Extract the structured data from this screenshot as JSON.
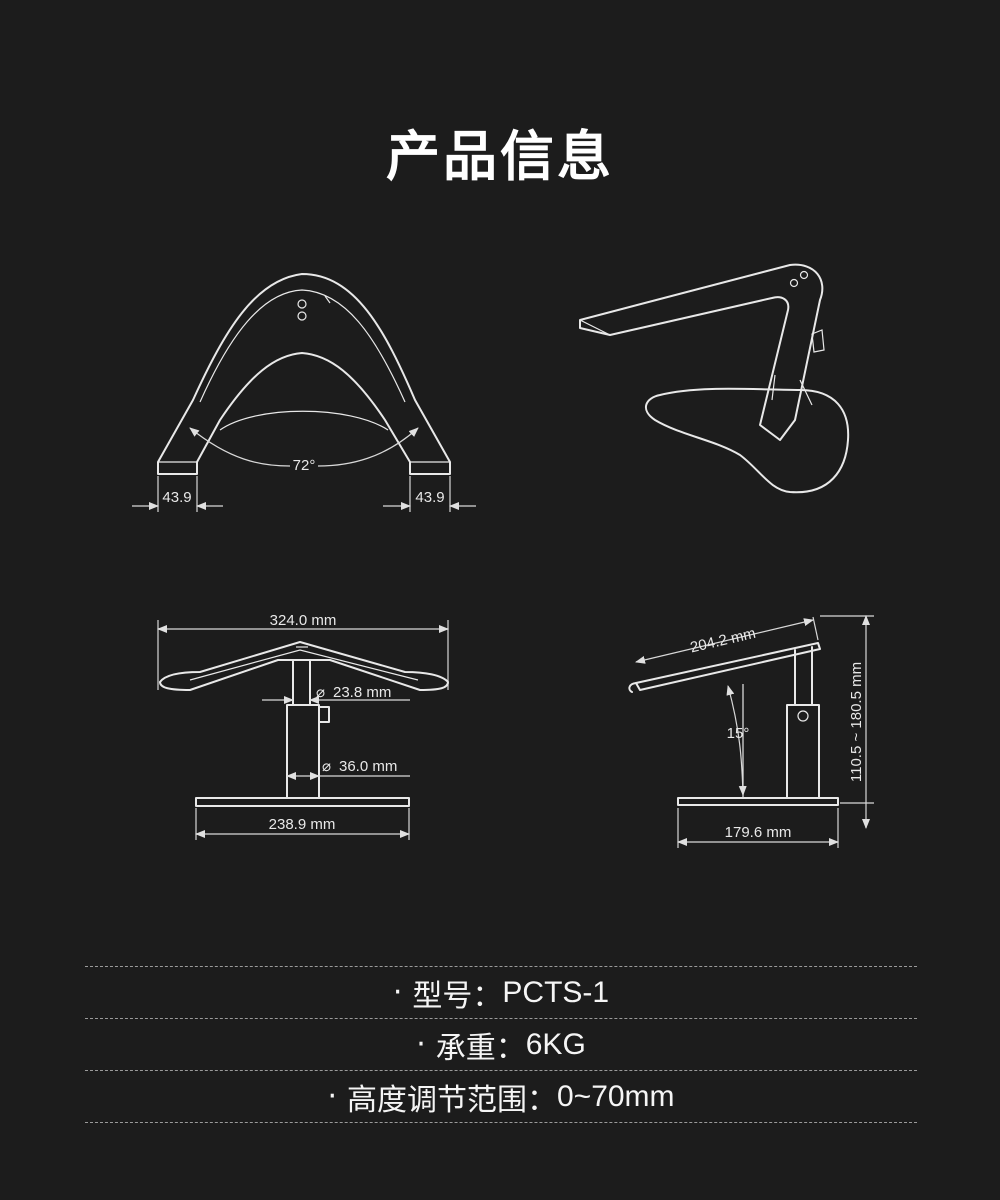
{
  "title": "产品信息",
  "diagram_labels": {
    "front_angle": "72°",
    "left_foot_width": "43.9",
    "right_foot_width": "43.9",
    "overall_width": "324.0 mm",
    "pole_diameter": "23.8 mm",
    "tube_diameter": "36.0 mm",
    "base_width": "238.9 mm",
    "tray_length": "204.2 mm",
    "tilt_angle": "15°",
    "height_range": "110.5 ~ 180.5 mm",
    "base_depth": "179.6 mm"
  },
  "specs": [
    {
      "label": "型号：",
      "value": "PCTS-1"
    },
    {
      "label": "承重：",
      "value": "6KG"
    },
    {
      "label": "高度调节范围：",
      "value": "0~70mm"
    }
  ],
  "colors": {
    "background": "#1c1c1c",
    "line": "#e8e8e8",
    "text": "#ffffff"
  }
}
